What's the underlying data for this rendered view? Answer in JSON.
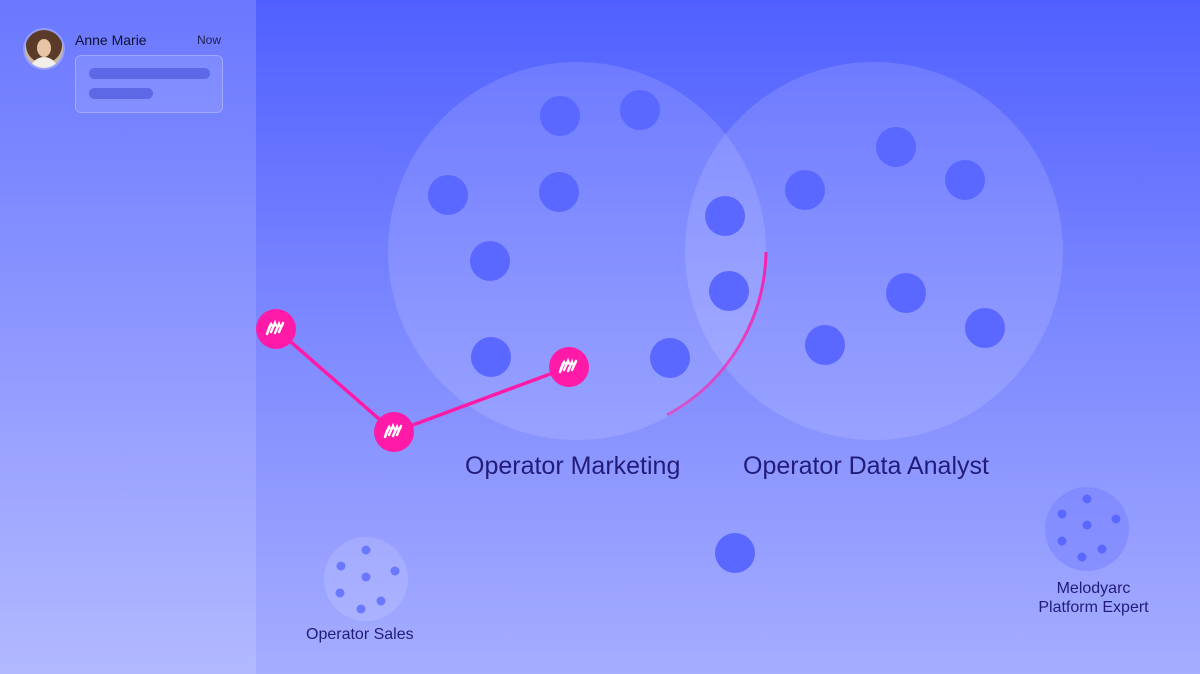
{
  "notification": {
    "user_name": "Anne Marie",
    "timestamp": "Now"
  },
  "groups": [
    {
      "label": "Operator Marketing"
    },
    {
      "label": "Operator Data Analyst"
    },
    {
      "label": "Operator Sales"
    },
    {
      "label": "Melodyarc Platform Expert",
      "lines": [
        "Melodyarc",
        "Platform Expert"
      ]
    }
  ],
  "path": {
    "node_icon": "melodyarc-logo-icon",
    "node_count": 3
  },
  "colors": {
    "background_top": "#5060ff",
    "background_bottom": "#a5adff",
    "member_dot": "#5a68ff",
    "path_accent": "#ff1aa8",
    "label_text": "#221c78"
  }
}
